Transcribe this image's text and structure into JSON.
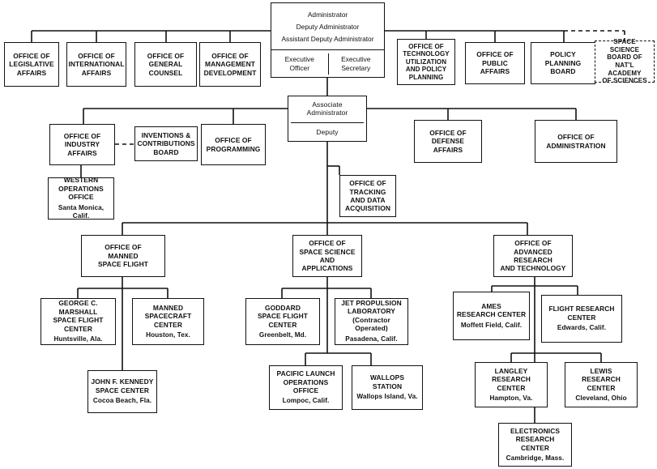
{
  "administrator": {
    "lines": [
      "Administrator",
      "Deputy Administrator",
      "Assistant Deputy Administrator"
    ],
    "left_half": [
      "Executive",
      "Officer"
    ],
    "right_half": [
      "Executive",
      "Secretary"
    ]
  },
  "top_offices": {
    "legislative": "OFFICE OF\nLEGISLATIVE\nAFFAIRS",
    "international": "OFFICE OF\nINTERNATIONAL\nAFFAIRS",
    "general_counsel": "OFFICE OF\nGENERAL\nCOUNSEL",
    "management": "OFFICE OF\nMANAGEMENT\nDEVELOPMENT",
    "technology": "OFFICE OF\nTECHNOLOGY\nUTILIZATION\nAND POLICY\nPLANNING",
    "public_affairs": "OFFICE OF\nPUBLIC\nAFFAIRS",
    "policy_board": "POLICY\nPLANNING\nBOARD",
    "space_science_board": "SPACE SCIENCE\nBOARD OF\nNAT'L ACADEMY\nOF SCIENCES"
  },
  "associate": {
    "title": "Associate\nAdministrator",
    "deputy": "Deputy"
  },
  "mid_offices": {
    "industry": "OFFICE OF\nINDUSTRY\nAFFAIRS",
    "inventions": "INVENTIONS &\nCONTRIBUTIONS\nBOARD",
    "programming": "OFFICE OF\nPROGRAMMING",
    "defense": "OFFICE OF\nDEFENSE\nAFFAIRS",
    "administration": "OFFICE OF\nADMINISTRATION",
    "tracking": "OFFICE OF\nTRACKING\nAND DATA\nACQUISITION",
    "western": "WESTERN\nOPERATIONS\nOFFICE",
    "western_loc": "Santa Monica, Calif."
  },
  "program_offices": {
    "manned": "OFFICE OF\nMANNED\nSPACE FLIGHT",
    "science": "OFFICE OF\nSPACE SCIENCE\nAND APPLICATIONS",
    "research": "OFFICE OF\nADVANCED RESEARCH\nAND TECHNOLOGY"
  },
  "centers": {
    "marshall": "GEORGE C. MARSHALL\nSPACE FLIGHT CENTER",
    "marshall_loc": "Huntsville, Ala.",
    "msc": "MANNED\nSPACECRAFT CENTER",
    "msc_loc": "Houston, Tex.",
    "kennedy": "JOHN F. KENNEDY\nSPACE CENTER",
    "kennedy_loc": "Cocoa Beach, Fla.",
    "goddard": "GODDARD\nSPACE FLIGHT CENTER",
    "goddard_loc": "Greenbelt, Md.",
    "jpl": "JET PROPULSION\nLABORATORY",
    "jpl_note": "(Contractor Operated)",
    "jpl_loc": "Pasadena, Calif.",
    "pacific": "PACIFIC LAUNCH\nOPERATIONS OFFICE",
    "pacific_loc": "Lompoc, Calif.",
    "wallops": "WALLOPS STATION",
    "wallops_loc": "Wallops Island, Va.",
    "ames": "AMES\nRESEARCH CENTER",
    "ames_loc": "Moffett Field, Calif.",
    "flight": "FLIGHT RESEARCH\nCENTER",
    "flight_loc": "Edwards, Calif.",
    "langley": "LANGLEY\nRESEARCH CENTER",
    "langley_loc": "Hampton, Va.",
    "lewis": "LEWIS\nRESEARCH CENTER",
    "lewis_loc": "Cleveland, Ohio",
    "electronics": "ELECTRONICS\nRESEARCH CENTER",
    "electronics_loc": "Cambridge, Mass."
  }
}
